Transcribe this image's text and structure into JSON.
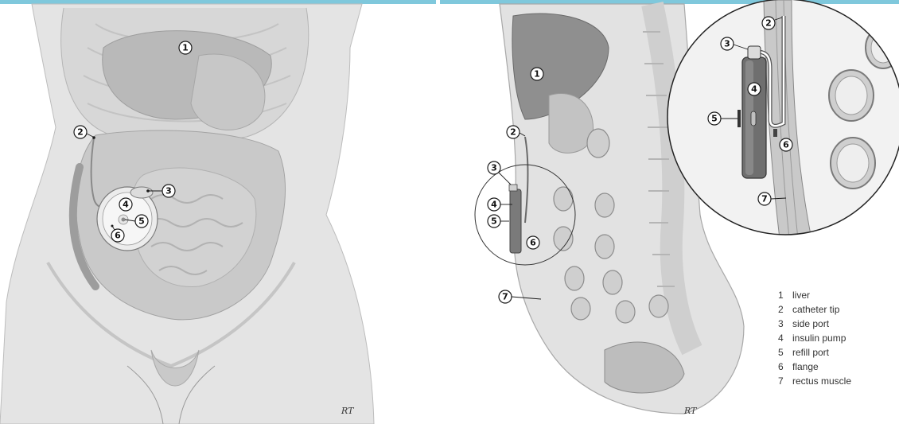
{
  "theme": {
    "accent": "#7fc8dc",
    "tissue": "#d9d9d9",
    "organ_dark": "#9a9a9a",
    "pump": "#7a7a7a"
  },
  "front_view": {
    "callouts": [
      "1",
      "2",
      "3",
      "4",
      "5",
      "6"
    ],
    "signature": "RT"
  },
  "side_view": {
    "callouts": [
      "1",
      "2",
      "3",
      "4",
      "5",
      "6",
      "7"
    ],
    "signature": "RT"
  },
  "detail_view": {
    "callouts": [
      "2",
      "3",
      "4",
      "5",
      "6",
      "7"
    ]
  },
  "legend": {
    "items": [
      {
        "num": "1",
        "label": "liver"
      },
      {
        "num": "2",
        "label": "catheter tip"
      },
      {
        "num": "3",
        "label": "side port"
      },
      {
        "num": "4",
        "label": "insulin pump"
      },
      {
        "num": "5",
        "label": "refill port"
      },
      {
        "num": "6",
        "label": "flange"
      },
      {
        "num": "7",
        "label": "rectus muscle"
      }
    ]
  }
}
